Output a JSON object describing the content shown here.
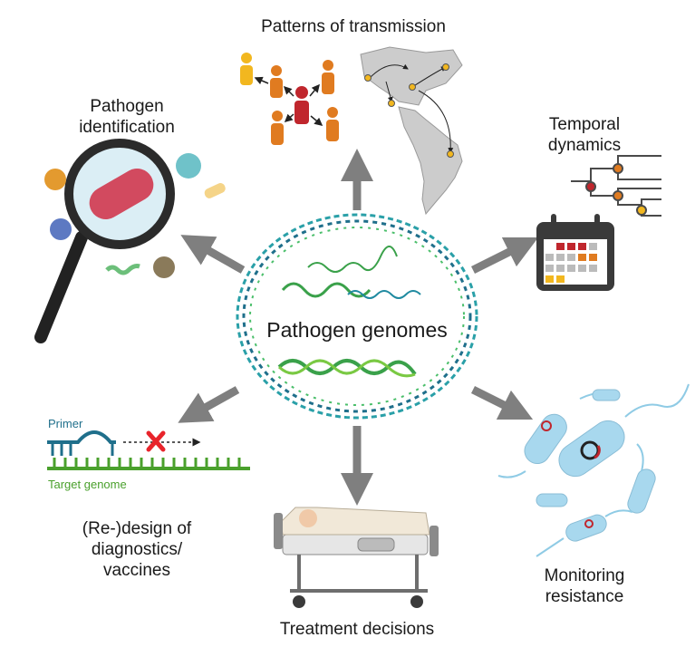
{
  "center": {
    "title": "Pathogen genomes"
  },
  "labels": {
    "transmission": "Patterns of transmission",
    "identification": "Pathogen\nidentification",
    "temporal": "Temporal\ndynamics",
    "design": "(Re-)design of\ndiagnostics/\nvaccines",
    "resistance": "Monitoring\nresistance",
    "treatment": "Treatment decisions"
  },
  "primer_panel": {
    "primer": "Primer",
    "target": "Target genome"
  },
  "colors": {
    "arrow": "#7f7f7f",
    "dna_blue": "#1f6f8b",
    "dna_green": "#3aa14a",
    "person_orange": "#e07b20",
    "person_red": "#c0262d",
    "person_yellow": "#f2b71f",
    "bacteria_blue": "#a8d8ee",
    "primer_blue": "#1f6f8b",
    "target_green": "#4aa02c",
    "cross_red": "#e8242b"
  },
  "icons": [
    "magnifier-icon",
    "bacterium-icon",
    "virus-icon",
    "person-icon",
    "map-icon",
    "phylogeny-icon",
    "calendar-icon",
    "hospital-bed-icon",
    "plasmid-icon",
    "cross-icon"
  ]
}
